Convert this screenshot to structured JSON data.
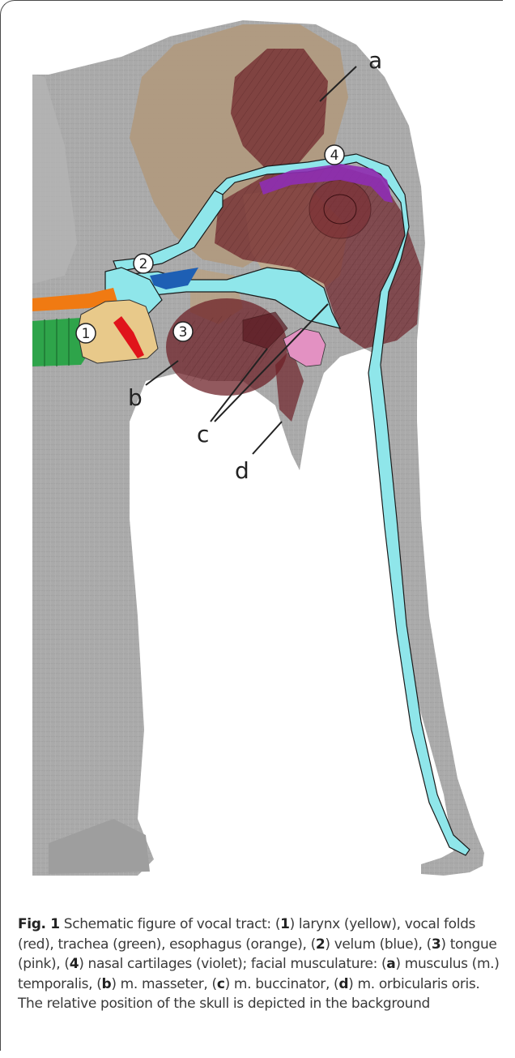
{
  "labels": {
    "a": "a",
    "b": "b",
    "c": "c",
    "d": "d",
    "n1": "1",
    "n2": "2",
    "n3": "3",
    "n4": "4"
  },
  "caption": {
    "fig_label": "Fig. 1",
    "parts": [
      " Schematic figure of vocal tract: (",
      "1",
      ") larynx (yellow), vocal folds (red), trachea (green), esophagus (orange), (",
      "2",
      ") velum (blue), (",
      "3",
      ") tongue (pink), (",
      "4",
      ") nasal cartilages (violet); facial musculature: (",
      "a",
      ") musculus (m.) temporalis, (",
      "b",
      ") m. masseter, (",
      "c",
      ") m. buccinator, (",
      "d",
      ") m. orbicularis oris. The relative position of the skull is depicted in the background"
    ]
  },
  "colors": {
    "elephant": "#a9a9a9",
    "skull": "#b09a7f",
    "muscle": "#6e2128",
    "airway": "#8fe6ea",
    "larynx": "#e8c98a",
    "vocal_folds": "#e0141b",
    "trachea": "#2ea44a",
    "esophagus": "#f07a12",
    "velum": "#1e5fb4",
    "tongue": "#e391c2",
    "nasal_cartilages": "#8e2db4"
  }
}
